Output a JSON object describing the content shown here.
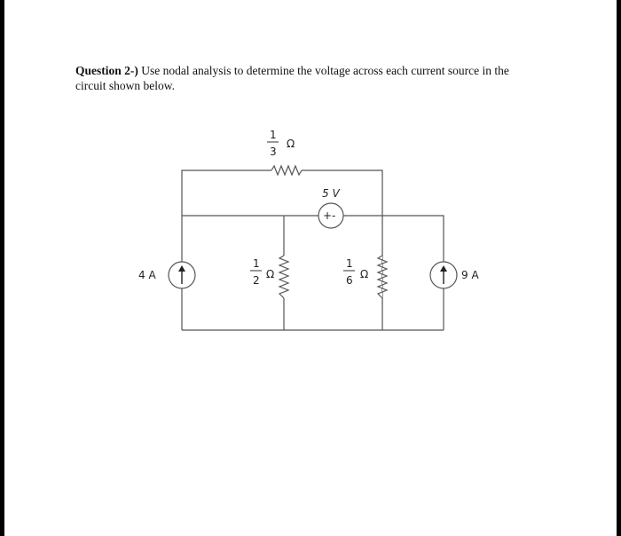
{
  "question": {
    "label": "Question 2-)",
    "text": "Use nodal analysis to determine the voltage across each current source in the circuit shown below."
  },
  "circuit": {
    "resistor_top": {
      "numerator": "1",
      "denominator": "3",
      "unit": "Ω"
    },
    "resistor_mid": {
      "numerator": "1",
      "denominator": "2",
      "unit": "Ω"
    },
    "resistor_right": {
      "numerator": "1",
      "denominator": "6",
      "unit": "Ω"
    },
    "voltage_source": {
      "value": "5 V",
      "polarity": "+-"
    },
    "current_source_left": {
      "value": "4 A"
    },
    "current_source_right": {
      "value": "9 A"
    }
  },
  "colors": {
    "wire": "#555555",
    "background": "#ffffff",
    "frame": "#000000"
  }
}
